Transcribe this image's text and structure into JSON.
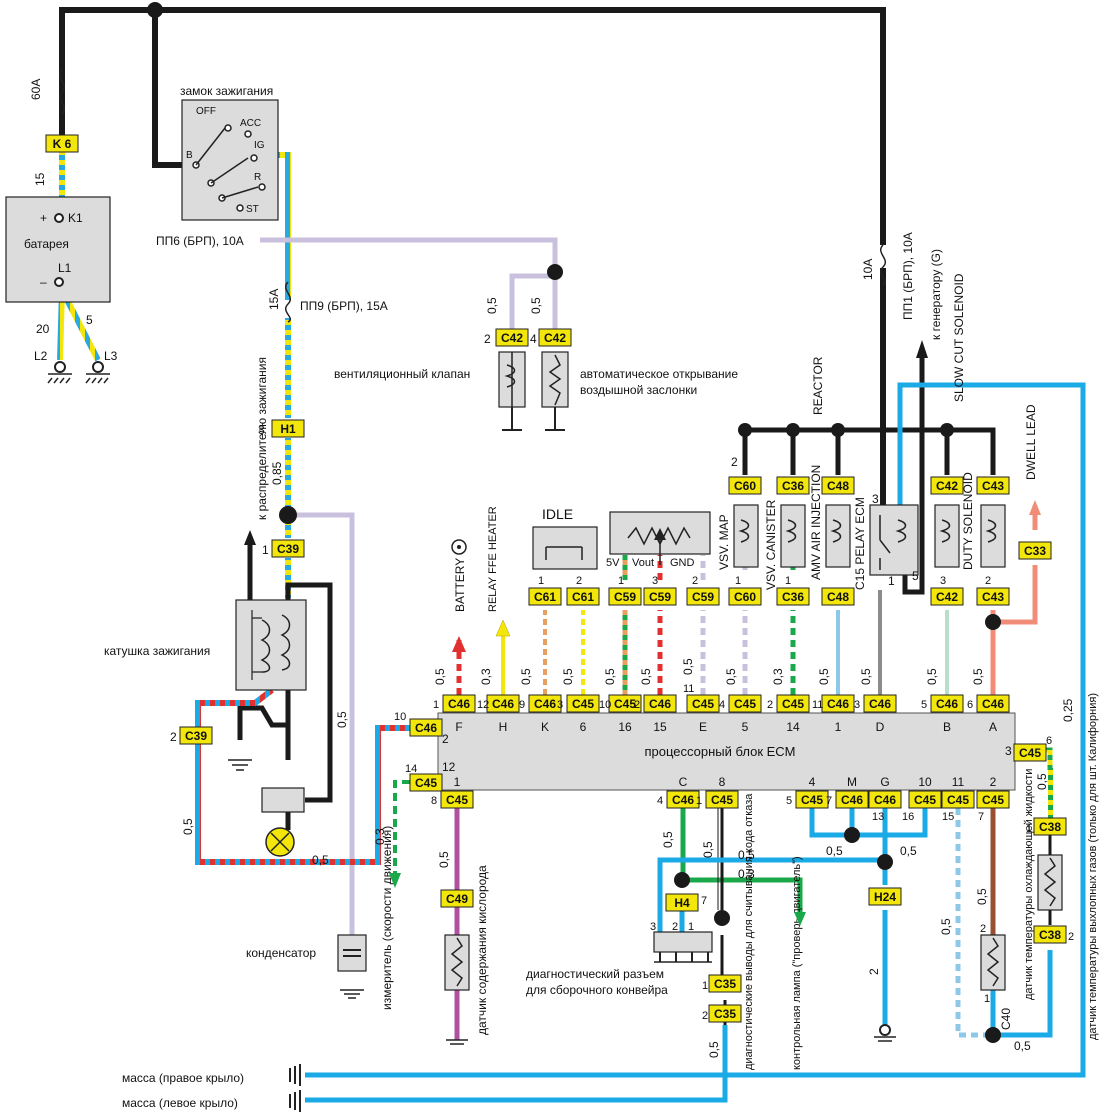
{
  "colors": {
    "power": "#1a1a1a",
    "ign": "#2aa8e0",
    "ign_stripe": "#f2e60a",
    "violet": "#c8c0dc",
    "red": "#e03030",
    "green": "#1aa84a",
    "blue": "#1aaae6",
    "orange": "#e8a060",
    "yellow": "#f2e60a",
    "salmon": "#f08c78",
    "magenta": "#b050a0",
    "brown": "#9a5030",
    "mint": "#b8e0c8",
    "lightblue": "#8cc8e8",
    "connector": "#f2e60a"
  },
  "labels": {
    "fuse_60a": "60A",
    "k6": "K 6",
    "w15": "15",
    "battery_plus": "+",
    "k1": "K1",
    "battery": "батарея",
    "battery_minus": "–",
    "l1": "L1",
    "w20": "20",
    "w5": "5",
    "l2": "L2",
    "l3": "L3",
    "ignition_lock": "замок зажигания",
    "off": "OFF",
    "acc": "ACC",
    "b": "B",
    "ig": "IG",
    "r": "R",
    "st": "ST",
    "pp6": "ПП6 (БРП),  10А",
    "f15a": "15А",
    "pp9": "ПП9 (БРП), 15А",
    "to_distributor": "к распределителю зажигания",
    "h1": "H1",
    "pin3": "3",
    "w085": "0,85",
    "c39": "C39",
    "pin1": "1",
    "coil": "катушка зажигания",
    "pin2": "2",
    "w05": "0,5",
    "condenser": "конденсатор",
    "gnd_right": "масса (правое крыло)",
    "gnd_left": "масса (левое крыло)",
    "c42": "C42",
    "vent_valve": "вентиляционный клапан",
    "auto_choke": "автоматическое открывание воздышной заслонки",
    "auto_choke_1": "автоматическое открывание",
    "auto_choke_2": "воздышной заслонки",
    "f10a": "10А",
    "pp1": "ПП1 (БРП), 10А",
    "to_generator": "к генератору (G)",
    "slow_cut": "SLOW CUT SOLENOID",
    "reactor": "REACTOR",
    "dwell": "DWELL LEAD",
    "vsv_map": "VSV. MAP",
    "vsv_canister": "VSV. CANISTER",
    "amv": "AMV AIR INJECTION",
    "c15": "C15 PELAY ECM",
    "duty": "DUTY SOLENOID",
    "c60": "C60",
    "c36": "C36",
    "c48": "C48",
    "c43": "C43",
    "c33": "C33",
    "c61": "C61",
    "c59": "C59",
    "c46": "C46",
    "c45": "C45",
    "c49": "C49",
    "c38": "C38",
    "h4": "H4",
    "h24": "H24",
    "c35": "C35",
    "c40": "C40",
    "idle": "IDLE",
    "v5": "5V",
    "vout": "Vout",
    "gnd": "GND",
    "battery_en": "BATTERY",
    "relay_ffe": "RELAY FFE HEATER",
    "ecm": "процессорный блок ECM",
    "speedometer": "измеритель (скорости движения)",
    "o2_sensor": "датчик содержания кислорода",
    "diag_connector_1": "диагностический разъем",
    "diag_connector_2": "для сборочного конвейра",
    "diag_outputs": "диагностические выводы для считывания кода отказа",
    "check_engine": "контрольная лампа (\"проверь двигатель\")",
    "coolant": "датчик температуры охлаждающей жидкости",
    "exhaust_temp": "датчик температуры выхлопных газов (только для шт. Калифорния)",
    "w03": "0,3",
    "w025": "0,25",
    "w2": "2",
    "ecm_top": [
      "F",
      "H",
      "K",
      "6",
      "16",
      "15",
      "E",
      "5",
      "14",
      "1",
      "D",
      "B",
      "A"
    ],
    "ecm_bottom": [
      "1",
      "C",
      "8",
      "4",
      "M",
      "G",
      "10",
      "11",
      "2"
    ],
    "pin4": "4",
    "pin5": "5",
    "pin6": "6",
    "pin7": "7",
    "pin8": "8",
    "pin9": "9",
    "pin10": "10",
    "pin11": "11",
    "pin12": "12",
    "pin13": "13",
    "pin14": "14",
    "pin15": "15",
    "pin16": "16"
  }
}
